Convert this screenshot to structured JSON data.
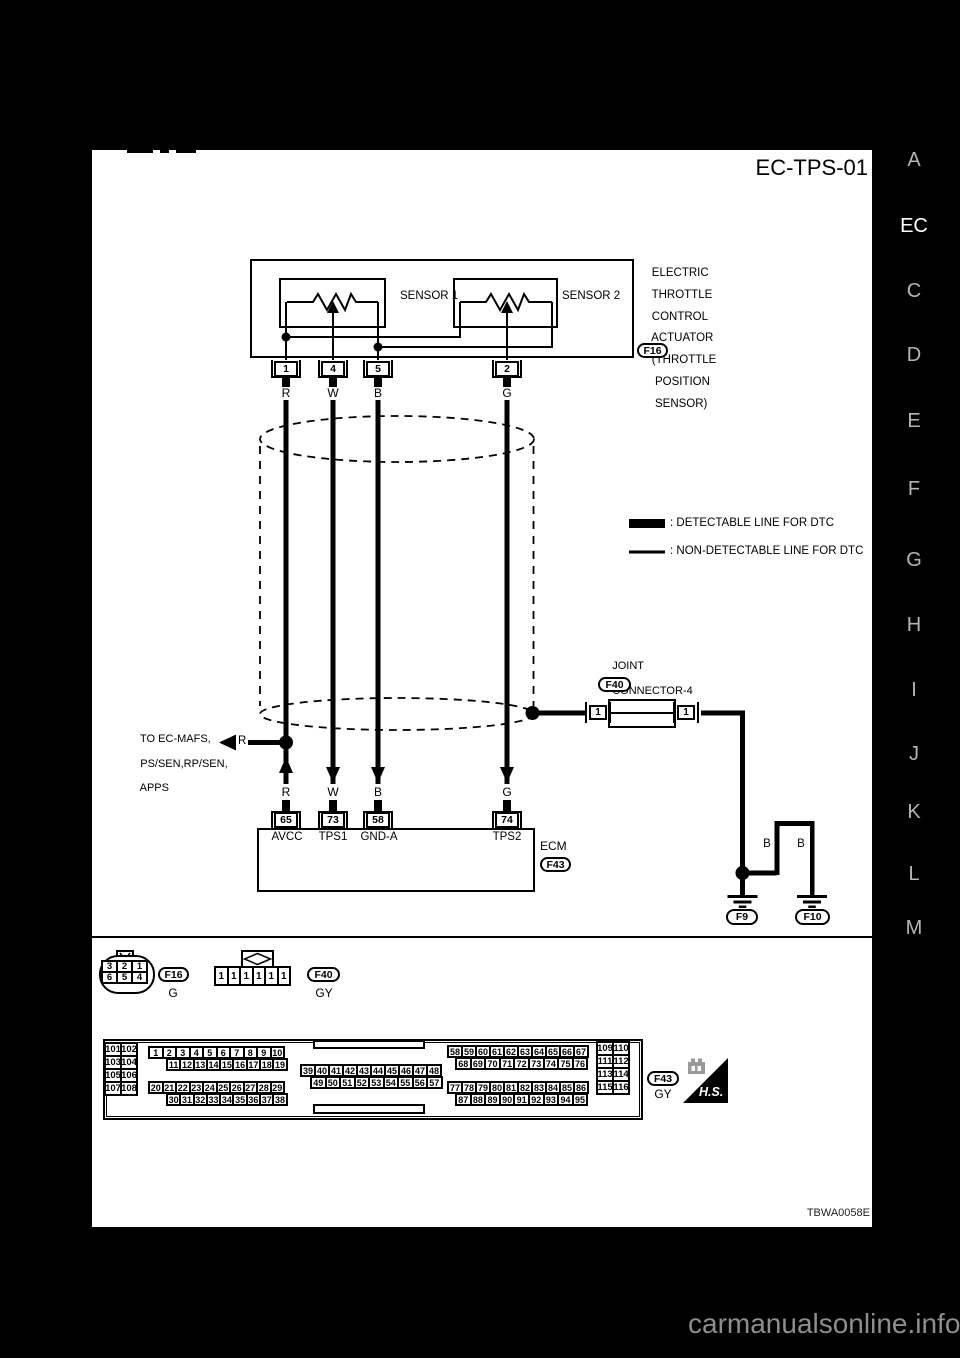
{
  "page": {
    "title": "EC-TPS-01",
    "diagram_code": "TBWA0058E",
    "watermark": "carmanualsonline.info"
  },
  "side_tabs": {
    "t0": "A",
    "t1": "EC",
    "t2": "C",
    "t3": "D",
    "t4": "E",
    "t5": "F",
    "t6": "G",
    "t7": "H",
    "t8": "I",
    "t9": "J",
    "t10": "K",
    "t11": "L",
    "t12": "M"
  },
  "actuator": {
    "name_lines": [
      "ELECTRIC",
      "THROTTLE",
      "CONTROL",
      "ACTUATOR",
      "(THROTTLE",
      " POSITION",
      " SENSOR)"
    ],
    "connector_id": "F16",
    "sensor1": "SENSOR 1",
    "sensor2": "SENSOR 2",
    "pins": {
      "p1": "1",
      "p2": "4",
      "p3": "5",
      "p4": "2"
    },
    "wire_colors": {
      "w1": "R",
      "w2": "W",
      "w3": "B",
      "w4": "G"
    }
  },
  "legend": {
    "detectable": ": DETECTABLE LINE FOR DTC",
    "non_detectable": ": NON-DETECTABLE LINE FOR DTC"
  },
  "branch": {
    "line1": "TO EC-MAFS,",
    "line2": "PS/SEN,RP/SEN,",
    "line3": "APPS",
    "wire_color": "R"
  },
  "joint_connector": {
    "label1": "JOINT",
    "label2": "CONNECTOR-4",
    "id": "F40",
    "pin_left": "1",
    "pin_right": "1"
  },
  "ecm": {
    "label": "ECM",
    "connector_id": "F43",
    "wire_colors": {
      "w1": "R",
      "w2": "W",
      "w3": "B",
      "w4": "G"
    },
    "pins": {
      "p1": {
        "no": "65",
        "name": "AVCC"
      },
      "p2": {
        "no": "73",
        "name": "TPS1"
      },
      "p3": {
        "no": "58",
        "name": "GND-A"
      },
      "p4": {
        "no": "74",
        "name": "TPS2"
      }
    }
  },
  "grounds": {
    "wire_left": "B",
    "wire_right": "B",
    "left_id": "F9",
    "right_id": "F10"
  },
  "connector_views": {
    "f16": {
      "id": "F16",
      "color": "G",
      "rows": [
        [
          "3",
          "2",
          "1"
        ],
        [
          "6",
          "5",
          "4"
        ]
      ]
    },
    "f40": {
      "id": "F40",
      "color": "GY",
      "cells": [
        "1",
        "1",
        "1",
        "1",
        "1",
        "1"
      ]
    },
    "f43": {
      "id": "F43",
      "color": "GY",
      "hs_label": "H.S.",
      "left_pairs": [
        [
          "101",
          "102"
        ],
        [
          "103",
          "104"
        ],
        [
          "105",
          "106"
        ],
        [
          "107",
          "108"
        ]
      ],
      "right_pairs": [
        [
          "109",
          "110"
        ],
        [
          "111",
          "112"
        ],
        [
          "113",
          "114"
        ],
        [
          "115",
          "116"
        ]
      ],
      "rows": {
        "a1": [
          "1",
          "2",
          "3",
          "4",
          "5",
          "6",
          "7",
          "8",
          "9",
          "10"
        ],
        "a2": [
          "11",
          "12",
          "13",
          "14",
          "15",
          "16",
          "17",
          "18",
          "19"
        ],
        "b1": [
          "20",
          "21",
          "22",
          "23",
          "24",
          "25",
          "26",
          "27",
          "28",
          "29"
        ],
        "b2": [
          "30",
          "31",
          "32",
          "33",
          "34",
          "35",
          "36",
          "37",
          "38"
        ],
        "m1": [
          "39",
          "40",
          "41",
          "42",
          "43",
          "44",
          "45",
          "46",
          "47",
          "48"
        ],
        "m2": [
          "49",
          "50",
          "51",
          "52",
          "53",
          "54",
          "55",
          "56",
          "57"
        ],
        "r1": [
          "58",
          "59",
          "60",
          "61",
          "62",
          "63",
          "64",
          "65",
          "66",
          "67"
        ],
        "r2": [
          "68",
          "69",
          "70",
          "71",
          "72",
          "73",
          "74",
          "75",
          "76"
        ],
        "r3": [
          "77",
          "78",
          "79",
          "80",
          "81",
          "82",
          "83",
          "84",
          "85",
          "86"
        ],
        "r4": [
          "87",
          "88",
          "89",
          "90",
          "91",
          "92",
          "93",
          "94",
          "95"
        ]
      }
    }
  }
}
